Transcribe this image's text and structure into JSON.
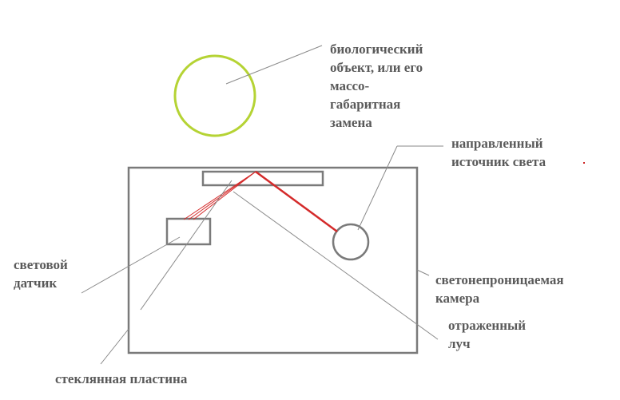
{
  "labels": {
    "bio_object": [
      "биологический",
      "объект, или его",
      "массо-",
      "габаритная",
      "замена"
    ],
    "light_source": [
      "направленный",
      "источник света"
    ],
    "light_sensor": [
      "световой",
      "датчик"
    ],
    "chamber": [
      "светонепроницаемая",
      "камера"
    ],
    "reflected_beam": [
      "отраженный",
      "луч"
    ],
    "glass_plate": [
      "стеклянная пластина"
    ]
  },
  "colors": {
    "bio_object_circle": "#b5d334",
    "outline": "#7a7a7a",
    "leader_line": "#8a8a8a",
    "beam": "#d42a2a",
    "text": "#5a5a5a"
  }
}
